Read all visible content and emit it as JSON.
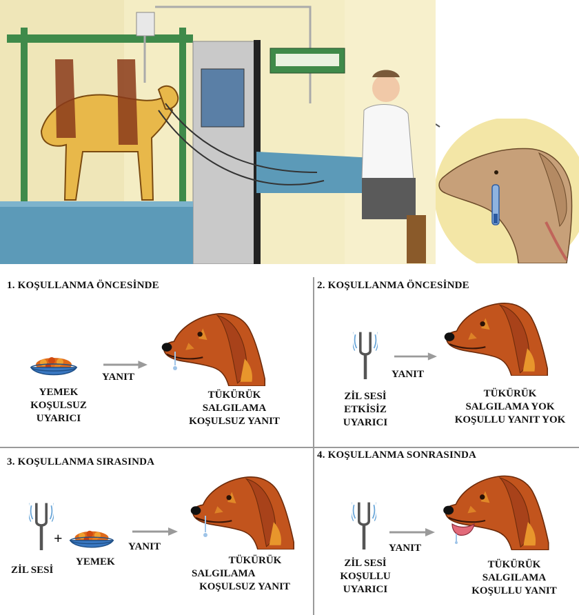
{
  "panels": [
    {
      "title": "1. KOŞULLANMA ÖNCESİNDE",
      "stimulus_lines": [
        "YEMEK",
        "KOŞULSUZ",
        "UYARICI"
      ],
      "arrow_label": "YANIT",
      "response_lines": [
        "TÜKÜRÜK",
        "SALGILAMA",
        "KOŞULSUZ YANIT"
      ]
    },
    {
      "title": "2. KOŞULLANMA ÖNCESİNDE",
      "stimulus_lines": [
        "ZİL SESİ",
        "ETKİSİZ",
        "UYARICI"
      ],
      "arrow_label": "YANIT",
      "response_lines": [
        "TÜKÜRÜK",
        "SALGILAMA YOK",
        "KOŞULLU YANIT YOK"
      ]
    },
    {
      "title": "3. KOŞULLANMA SIRASINDA",
      "bell_label": "ZİL SESİ",
      "plus": "+",
      "food_label": "YEMEK",
      "arrow_label": "YANIT",
      "response_lines": [
        "TÜKÜRÜK",
        "SALGILAMA",
        "KOŞULSUZ YANIT"
      ]
    },
    {
      "title": "4. KOŞULLANMA SONRASINDA",
      "stimulus_lines": [
        "ZİL SESİ",
        "KOŞULLU",
        "UYARICI"
      ],
      "arrow_label": "YANIT",
      "response_lines": [
        "TÜKÜRÜK",
        "SALGILAMA",
        "KOŞULLU YANIT"
      ]
    }
  ],
  "colors": {
    "dog_fur": "#c2541d",
    "dog_spots": "#e8962c",
    "arrow": "#9a9a9a",
    "lab_wall": "#f4edc4",
    "lab_table": "#5c9ab8"
  }
}
